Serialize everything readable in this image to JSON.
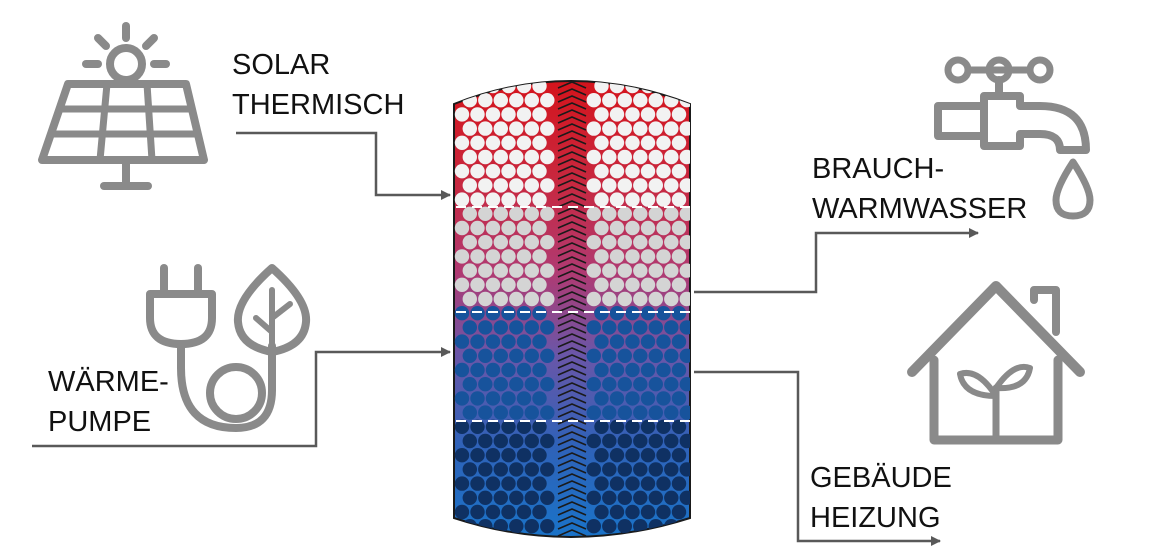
{
  "labels": {
    "solar_line1": "SOLAR",
    "solar_line2": "THERMISCH",
    "wp_line1": "WÄRME-",
    "wp_line2": "PUMPE",
    "bww_line1": "BRAUCH-",
    "bww_line2": "WARMWASSER",
    "heiz_line1": "GEBÄUDE",
    "heiz_line2": "HEIZUNG"
  },
  "icons": {
    "solar": "solar-panel-icon",
    "heatpump": "plug-leaf-icon",
    "tap": "water-tap-icon",
    "house": "house-plant-icon"
  },
  "colors": {
    "icon_gray": "#8a8a8a",
    "line_gray": "#595959",
    "hot": "#d4141c",
    "warm": "#b03a72",
    "mid": "#6a56a8",
    "cold": "#1a73c8",
    "ball_light": "#f2f2f2",
    "ball_mid": "#d4d4d4",
    "ball_blue": "#17539c",
    "ball_dark": "#0f3163"
  }
}
